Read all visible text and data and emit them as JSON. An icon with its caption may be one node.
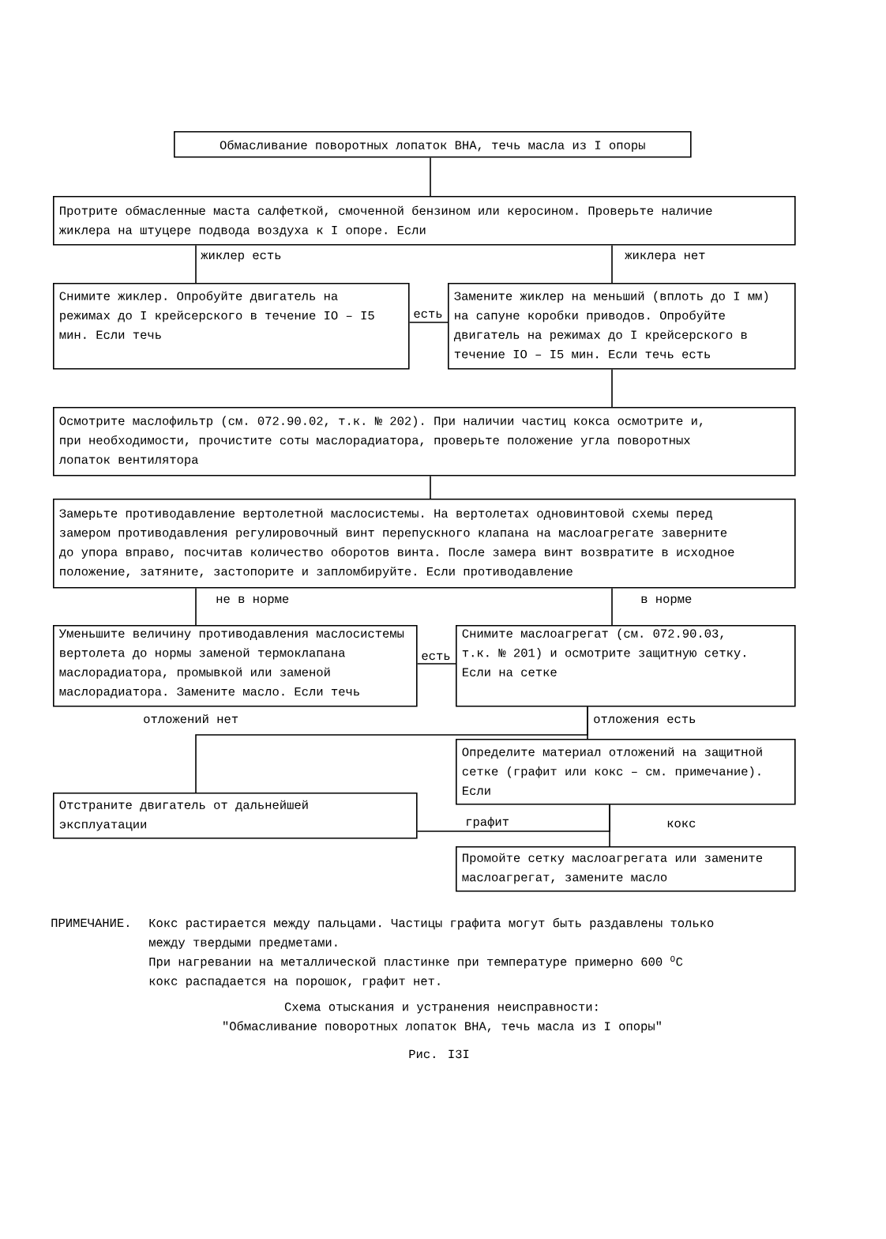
{
  "diagram": {
    "nodes": [
      {
        "text": [
          "Обмасливание поворотных лопаток ВНА, течь масла из I опоры"
        ]
      },
      {
        "text": [
          "Протрите обмасленные маста салфеткой, смоченной бензином или керосином. Проверьте наличие жиклера на штуцере подвода воздуха к I опоре. Если"
        ]
      },
      {
        "text": [
          "Снимите жиклер. Опробуйте двигатель на режимах до I крейсерского в течение IO – I5 мин. Если течь"
        ]
      },
      {
        "text": [
          "Замените жиклер на меньший (вплоть до I мм) на сапуне коробки приводов. Опробуйте двигатель на режимах до I крейсерского в течение IO – I5 мин. Если течь есть"
        ]
      },
      {
        "text": [
          "Осмотрите маслофильтр (см. 072.90.02, т.к. № 202). При наличии частиц кокса осмотрите и, при необходимости, прочистите соты маслорадиатора, проверьте положение угла поворотных лопаток вентилятора"
        ]
      },
      {
        "text": [
          "Замерьте противодавление вертолетной маслосистемы. На вертолетах одновинтовой схемы перед замером противодавления регулировочный винт перепускного клапана на маслоагрегате заверните до упора вправо, посчитав количество оборотов винта. После замера винт возвратите в исходное положение, затяните, застопорите и запломбируйте. Если противодавление"
        ]
      },
      {
        "text": [
          "Уменьшите величину противодавления маслосистемы вертолета до нормы заменой термоклапана маслорадиатора, промывкой или заменой маслорадиатора. Замените масло. Если течь"
        ]
      },
      {
        "text": [
          "Снимите маслоагрегат (см. 072.90.03, т.к. № 201) и осмотрите защитную сетку. Если на сетке"
        ]
      },
      {
        "text": [
          "Определите материал отложений на защитной сетке (графит или кокс – см. примечание). Если"
        ]
      },
      {
        "text": [
          "Отстраните двигатель от дальнейшей эксплуатации"
        ]
      },
      {
        "text": [
          "Промойте сетку маслоагрегата или замените маслоагрегат, замените масло"
        ]
      }
    ],
    "edges": [
      {
        "from": 0,
        "to": 1,
        "arrow": "none"
      },
      {
        "from": 1,
        "to": 2,
        "arrow": "none",
        "label": "жиклер есть"
      },
      {
        "from": 1,
        "to": 3,
        "arrow": "none",
        "label": "жиклера нет"
      },
      {
        "from": 2,
        "to": 3,
        "arrow": "none",
        "label": "есть"
      },
      {
        "from": 3,
        "to": 4,
        "arrow": "none"
      },
      {
        "from": 4,
        "to": 5,
        "arrow": "none"
      },
      {
        "from": 5,
        "to": 6,
        "arrow": "none",
        "label": "не в норме"
      },
      {
        "from": 5,
        "to": 7,
        "arrow": "none",
        "label": "в норме"
      },
      {
        "from": 6,
        "to": 7,
        "arrow": "none",
        "label": "есть"
      },
      {
        "from": 7,
        "to": 9,
        "arrow": "none",
        "label": "отложений нет"
      },
      {
        "from": 7,
        "to": 8,
        "arrow": "none",
        "label": "отложения есть"
      },
      {
        "from": 8,
        "to": 9,
        "arrow": "none",
        "label": "графит"
      },
      {
        "from": 8,
        "to": 10,
        "arrow": "none",
        "label": "кокс"
      }
    ],
    "labels": [
      "ПРИМЕЧАНИЕ.",
      "Кокс растирается между пальцами. Частицы графита могут быть раздавлены только между твердыми предметами.",
      "При нагревании на металлической пластинке при температуре примерно 600 $^{O}$C кокс распадается на порошок, графит нет.",
      "Рис. I3I"
    ],
    "caption": "Схема отыскания и устранения неисправности: \"Обмасливание поворотных лопаток ВНА, течь масла из I опоры\""
  }
}
